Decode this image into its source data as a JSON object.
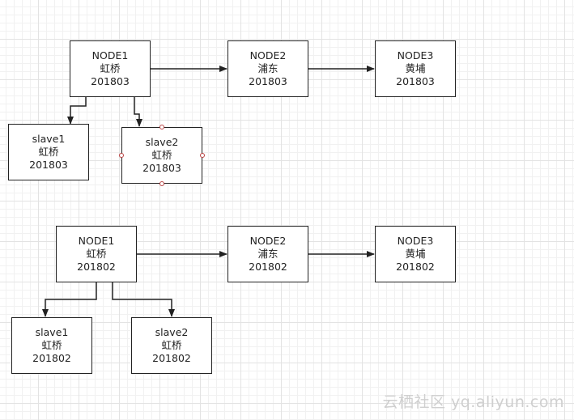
{
  "diagram_top": {
    "node1": {
      "name": "NODE1",
      "district": "虹桥",
      "date": "201803"
    },
    "node2": {
      "name": "NODE2",
      "district": "浦东",
      "date": "201803"
    },
    "node3": {
      "name": "NODE3",
      "district": "黄埔",
      "date": "201803"
    },
    "slave1": {
      "name": "slave1",
      "district": "虹桥",
      "date": "201803"
    },
    "slave2": {
      "name": "slave2",
      "district": "虹桥",
      "date": "201803"
    }
  },
  "diagram_bottom": {
    "node1": {
      "name": "NODE1",
      "district": "虹桥",
      "date": "201802"
    },
    "node2": {
      "name": "NODE2",
      "district": "浦东",
      "date": "201802"
    },
    "node3": {
      "name": "NODE3",
      "district": "黄埔",
      "date": "201802"
    },
    "slave1": {
      "name": "slave1",
      "district": "虹桥",
      "date": "201802"
    },
    "slave2": {
      "name": "slave2",
      "district": "虹桥",
      "date": "201802"
    }
  },
  "watermark": "云栖社区 yq.aliyun.com"
}
